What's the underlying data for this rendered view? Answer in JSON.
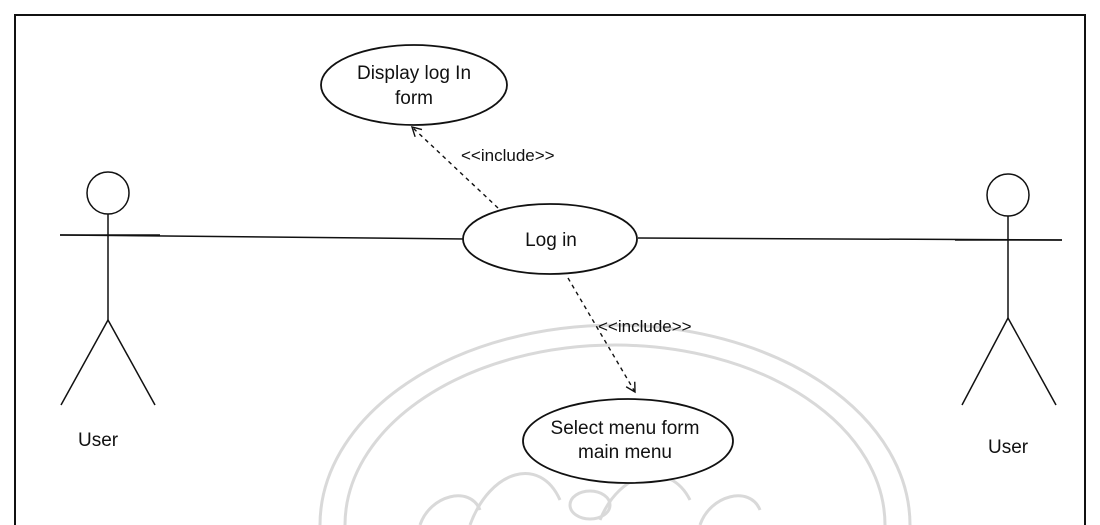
{
  "use_cases": {
    "display_login": {
      "lines": [
        "Display log In",
        "form"
      ]
    },
    "login": {
      "lines": [
        "Log in"
      ]
    },
    "select_menu": {
      "lines": [
        "Select menu form",
        "main menu"
      ]
    }
  },
  "actors": {
    "left": {
      "label": "User"
    },
    "right": {
      "label": "User"
    }
  },
  "relations": {
    "include_top": "<<include>>",
    "include_bottom": "<<include>>"
  },
  "colors": {
    "line": "#111111",
    "watermark": "#d9d9d9"
  }
}
